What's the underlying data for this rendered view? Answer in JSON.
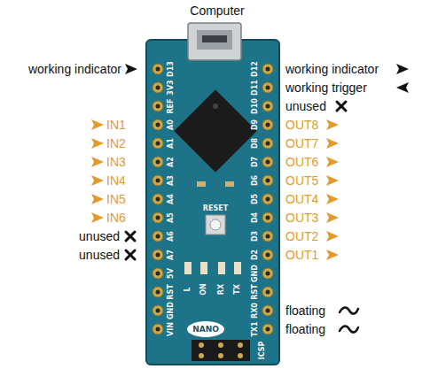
{
  "diagram": {
    "labels": [
      "Computer",
      "working indicator",
      "IN1",
      "IN2",
      "IN3",
      "IN4",
      "IN5",
      "IN6",
      "unused",
      "unused",
      "working indicator",
      "working trigger",
      "unused",
      "OUT8",
      "OUT7",
      "OUT6",
      "OUT5",
      "OUT4",
      "OUT3",
      "OUT2",
      "OUT1",
      "floating",
      "floating",
      "D13",
      "3V3",
      "REF",
      "A0",
      "A1",
      "A2",
      "A3",
      "A4",
      "A5",
      "A6",
      "A7",
      "5V",
      "RST",
      "GND",
      "VIN",
      "D12",
      "D11",
      "D10",
      "D9",
      "D8",
      "D7",
      "D6",
      "D5",
      "D4",
      "D3",
      "D2",
      "GND",
      "RST",
      "RX0",
      "TX1",
      "RESET",
      "ON",
      "RX",
      "TX",
      "L",
      "NANO",
      "ICSP"
    ]
  }
}
